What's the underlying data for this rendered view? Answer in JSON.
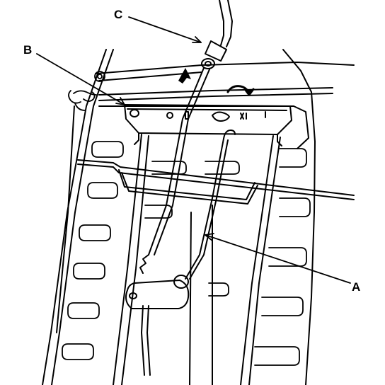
{
  "callouts": {
    "a": "A",
    "b": "B",
    "c": "C"
  },
  "icons": [
    "lift-arrow-icon",
    "rotate-arrow-icon"
  ],
  "colors": {
    "ink": "#000000",
    "paper": "#ffffff"
  }
}
